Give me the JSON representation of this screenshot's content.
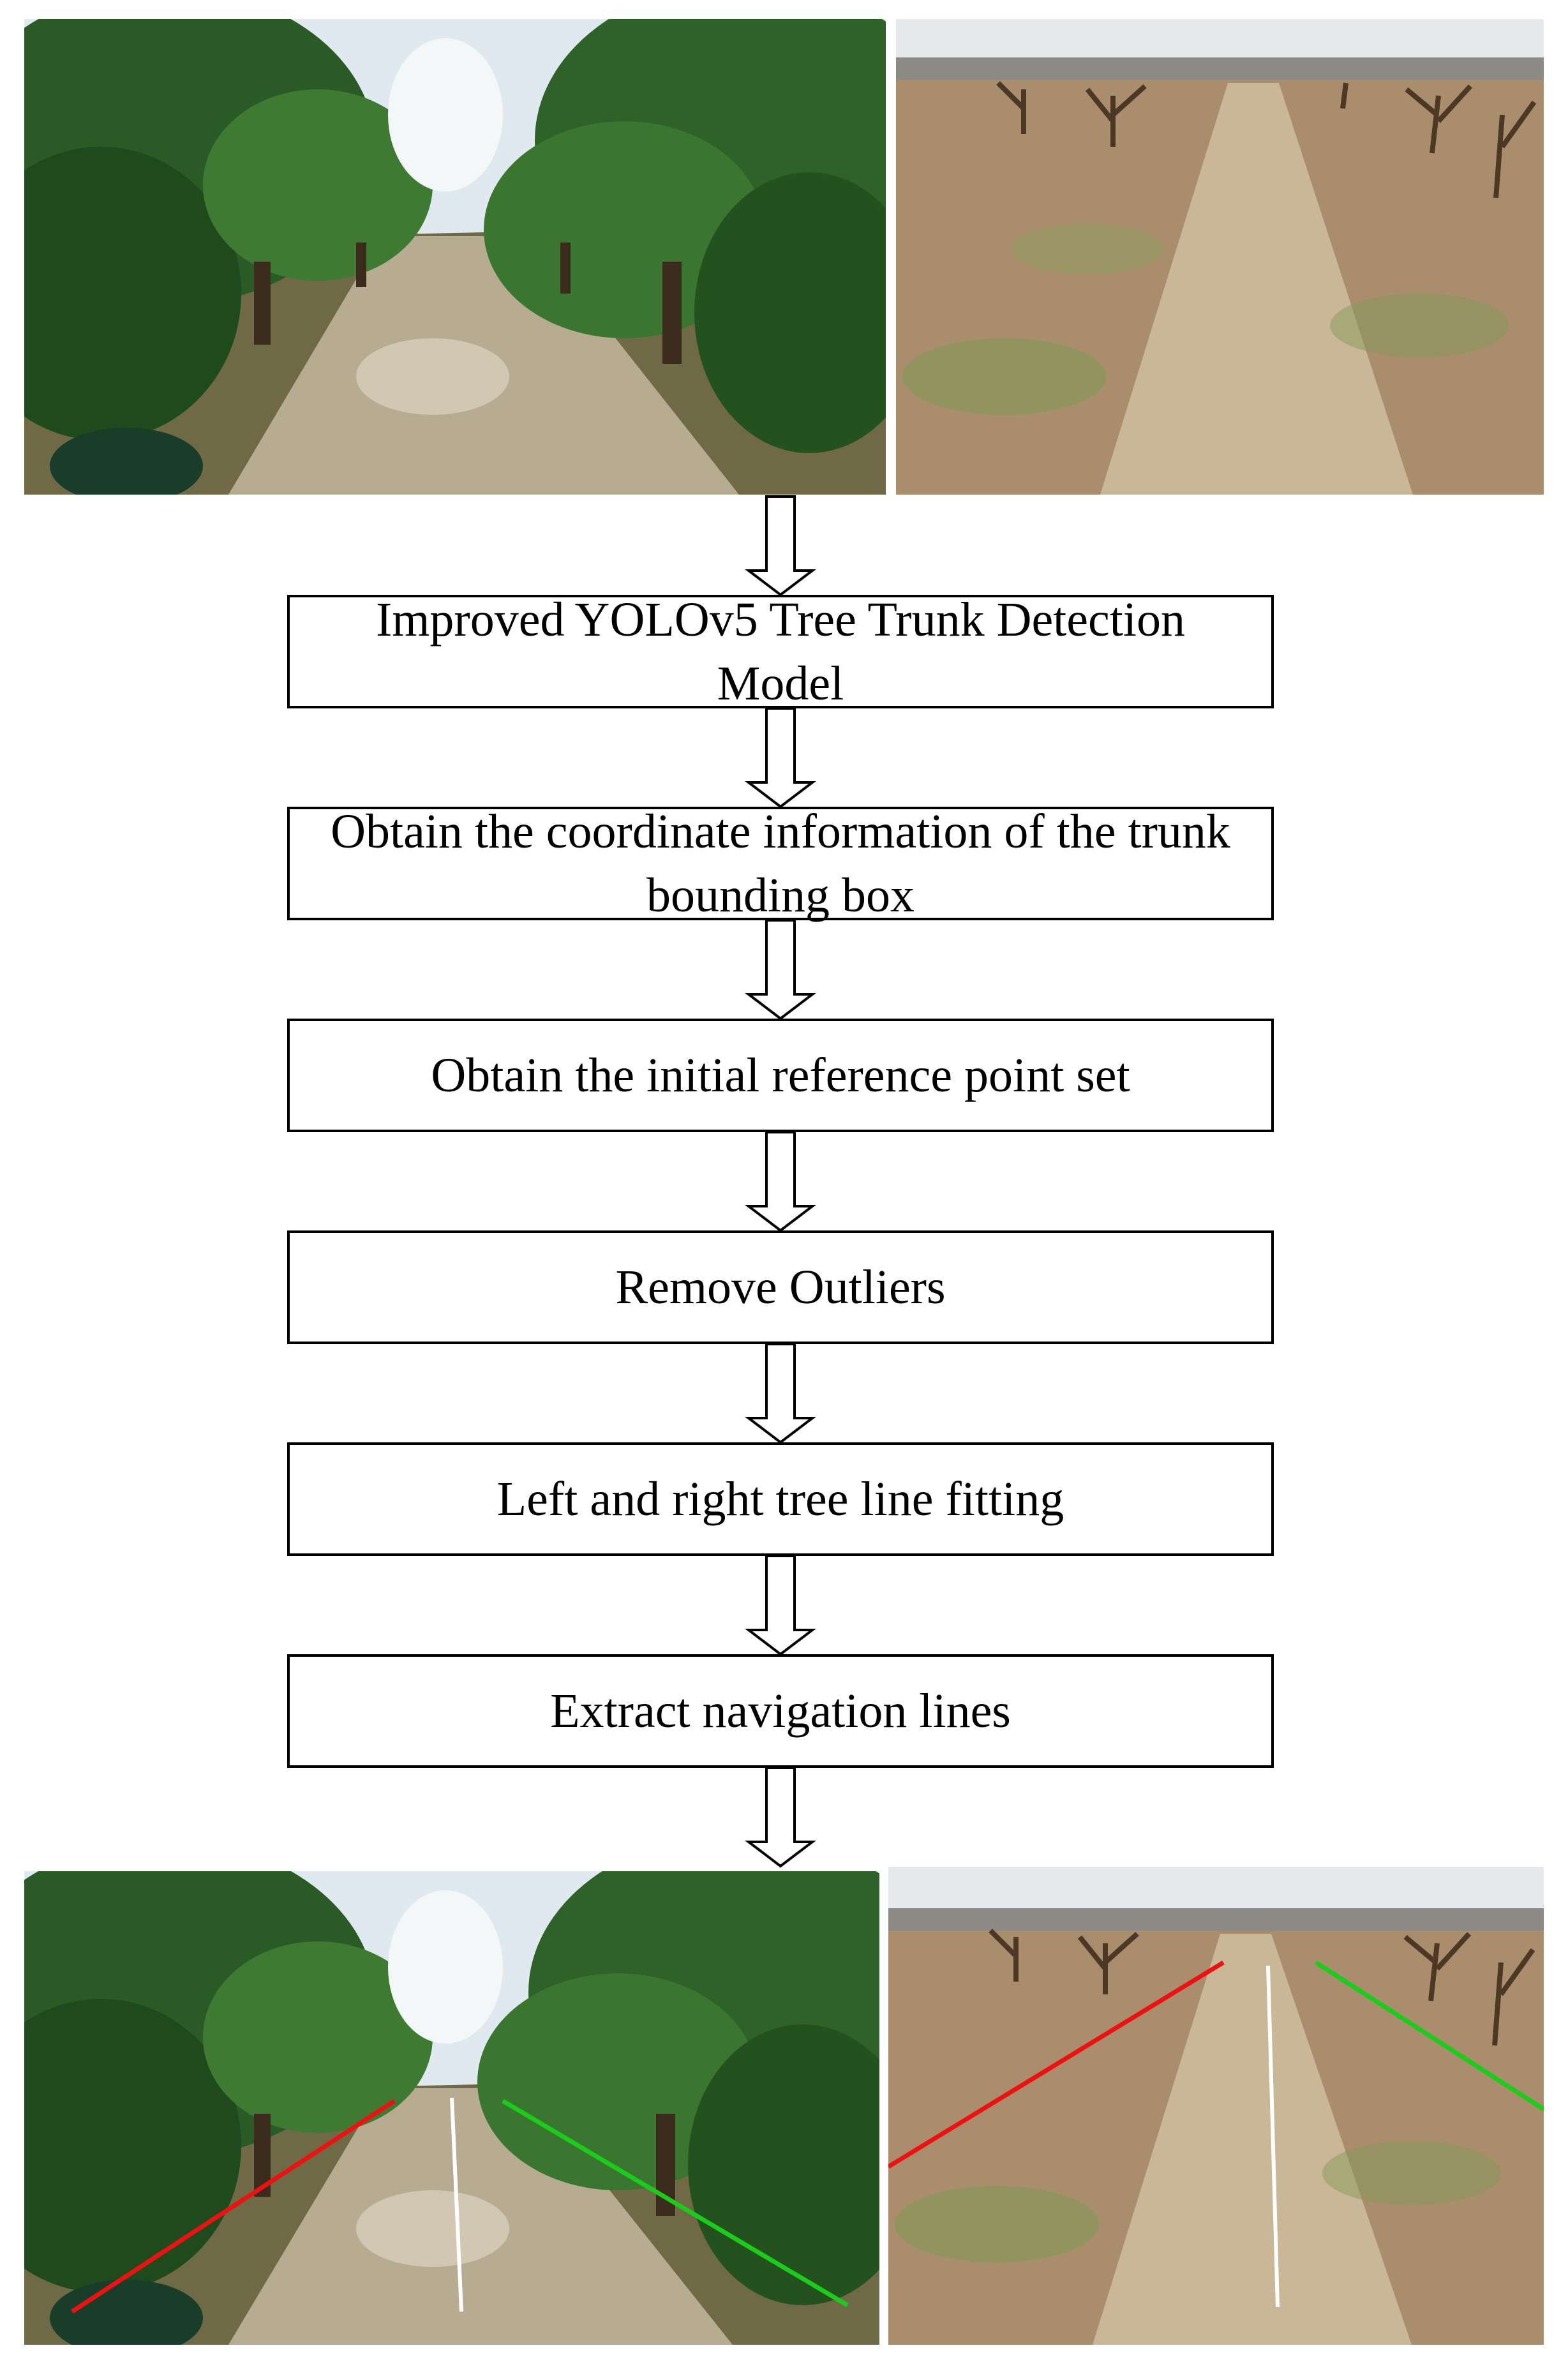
{
  "flowchart": {
    "steps": [
      "Improved YOLOv5 Tree Trunk Detection Model",
      "Obtain the coordinate information of the trunk bounding box",
      "Obtain the initial reference point set",
      "Remove Outliers",
      "Left and right tree line fitting",
      "Extract navigation lines"
    ]
  },
  "colors": {
    "left_tree_line": "#ee1111",
    "right_tree_line": "#1ccc1c",
    "navigation_line": "#ffffff",
    "box_border": "#000000"
  },
  "icons": {
    "arrow": "hollow-down-arrow"
  }
}
